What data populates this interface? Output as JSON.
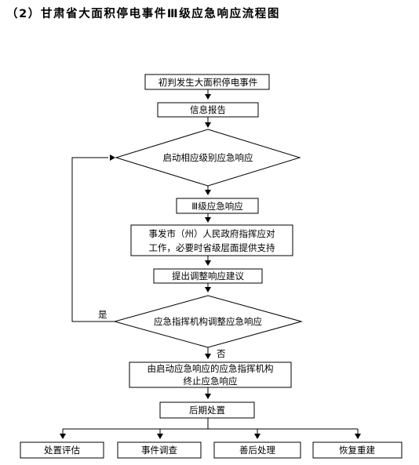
{
  "title": "（2）甘肃省大面积停电事件Ⅲ级应急响应流程图",
  "nodes": {
    "initial": "初判发生大面积停电事件",
    "report": "信息报告",
    "activate": "启动相应级别应急响应",
    "level3": "Ⅲ级应急响应",
    "local_line1": "事发市（州）人民政府指挥应对",
    "local_line2": "工作，必要时省级层面提供支持",
    "suggest": "提出调整响应建议",
    "adjust": "应急指挥机构调整应急响应",
    "terminate_line1": "由启动应急响应的应急指挥机构",
    "terminate_line2": "终止应急响应",
    "aftermath": "后期处置",
    "eval": "处置评估",
    "investigate": "事件调查",
    "rehab": "善后处理",
    "rebuild": "恢复重建"
  },
  "edge_labels": {
    "yes": "是",
    "no": "否"
  }
}
